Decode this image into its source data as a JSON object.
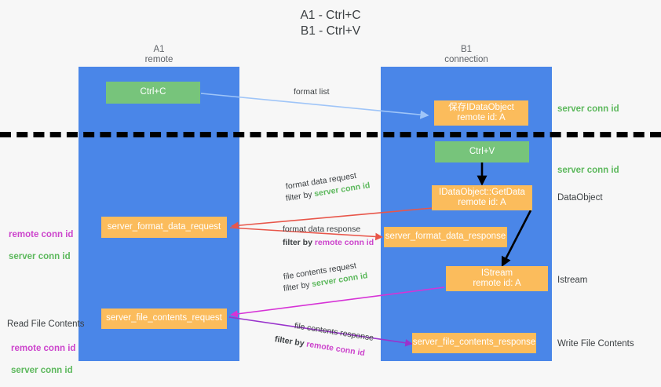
{
  "title": "A1 - Ctrl+C\nB1 - Ctrl+V",
  "colors": {
    "lane": "#4a86e8",
    "green_box": "#77c47b",
    "orange_box": "#fbbc5c",
    "green_text": "#5cb85c",
    "purple_text": "#cc44cc",
    "arrow_blue": "#9fc5f8",
    "arrow_red": "#e8564a",
    "arrow_magenta": "#d633d6",
    "arrow_purple": "#9933cc",
    "arrow_black": "#000000",
    "divider": "#000000",
    "background": "#f7f7f7"
  },
  "columns": [
    {
      "id": "a1",
      "title": "A1\nremote"
    },
    {
      "id": "b1",
      "title": "B1\nconnection"
    }
  ],
  "nodes": [
    {
      "id": "ctrl-c",
      "label": "Ctrl+C",
      "style": "green"
    },
    {
      "id": "save-idataobject",
      "label": "保存IDataObject\nremote id: A",
      "style": "orange"
    },
    {
      "id": "ctrl-v",
      "label": "Ctrl+V",
      "style": "green"
    },
    {
      "id": "idataobject-getdata",
      "label": "IDataObject::GetData\nremote id: A",
      "style": "orange"
    },
    {
      "id": "server-format-data-request",
      "label": "server_format_data_request",
      "style": "orange"
    },
    {
      "id": "server-format-data-response",
      "label": "server_format_data_response",
      "style": "orange"
    },
    {
      "id": "istream",
      "label": "IStream\nremote id: A",
      "style": "orange"
    },
    {
      "id": "server-file-contents-request",
      "label": "server_file_contents_request",
      "style": "orange"
    },
    {
      "id": "server-file-contents-response",
      "label": "server_file_contents_response",
      "style": "orange"
    }
  ],
  "edge_labels": {
    "format_list": "format list",
    "format_data_request": "format data request",
    "format_data_request_filter_prefix": "filter by ",
    "format_data_request_filter_value": "server conn id",
    "format_data_response": "format data response",
    "format_data_response_filter_prefix": "filter by ",
    "format_data_response_filter_value": "remote conn id",
    "file_contents_request": "file contents request",
    "file_contents_request_filter_prefix": "filter by ",
    "file_contents_request_filter_value": "server conn id",
    "file_contents_response": "file contents response",
    "file_contents_response_filter_prefix": "filter by ",
    "file_contents_response_filter_value": "remote conn id"
  },
  "right_annotations": [
    {
      "id": "server-conn-id-top",
      "text": "server conn id",
      "style": "green"
    },
    {
      "id": "server-conn-id-middle",
      "text": "server conn id",
      "style": "green"
    },
    {
      "id": "dataobject",
      "text": "DataObject",
      "style": "plain"
    },
    {
      "id": "istream-label",
      "text": "Istream",
      "style": "plain"
    },
    {
      "id": "write-file-contents",
      "text": "Write File Contents",
      "style": "plain"
    }
  ],
  "left_annotations": [
    {
      "id": "format-conn-ids",
      "heading": "",
      "remote": "remote conn id",
      "server": "server conn id"
    },
    {
      "id": "read-file-contents",
      "heading": "Read File Contents",
      "remote": "remote conn id",
      "server": "server conn id"
    }
  ]
}
